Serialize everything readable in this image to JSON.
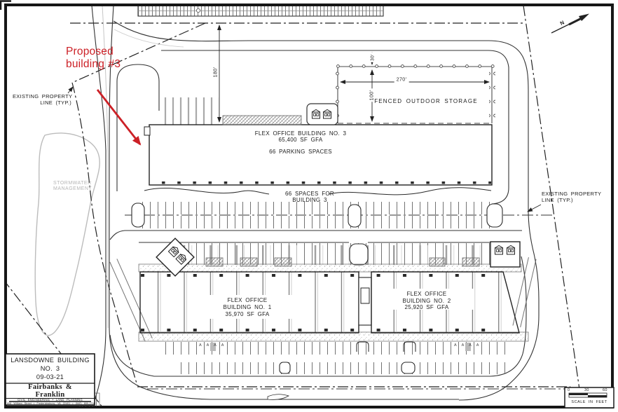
{
  "page": {
    "background": "#ffffff",
    "ink": "#1c1c1c",
    "accent_red": "#cc2026",
    "faint_gray": "#b5b5b5"
  },
  "north": {
    "label": "N"
  },
  "annotations": {
    "proposed_building": {
      "line1": "Proposed",
      "line2": "building #3"
    },
    "property_line_left": {
      "line1": "EXISTING PROPERTY",
      "line2": "LINE (TYP.)"
    },
    "property_line_right": {
      "line1": "EXISTING PROPERTY",
      "line2": "LINE (TYP.)"
    },
    "stormwater": {
      "line1": "STORMWATER",
      "line2": "MANAGEMENT"
    },
    "spaces_note": {
      "line1": "66 SPACES FOR",
      "line2": "BUILDING 3"
    },
    "fenced_storage": {
      "label": "FENCED OUTDOOR STORAGE"
    },
    "a_marks": "A A A A"
  },
  "buildings": {
    "building3": {
      "name": "FLEX OFFICE BUILDING NO. 3",
      "area": "65,400 SF GFA",
      "parking": "66 PARKING SPACES"
    },
    "building1": {
      "name_line1": "FLEX OFFICE",
      "name_line2": "BUILDING NO. 1",
      "area": "35,970 SF GFA"
    },
    "building2": {
      "name_line1": "FLEX OFFICE",
      "name_line2": "BUILDING NO. 2",
      "area": "25,920 SF GFA"
    }
  },
  "dimensions": {
    "building3_setback": "180'",
    "storage_setback": "30'",
    "storage_width": "270'",
    "storage_depth": "100'"
  },
  "title_block": {
    "project_line1": "LANSDOWNE BUILDING",
    "project_line2": "NO. 3",
    "date": "09-03-21",
    "firm_line1": "Fairbanks &",
    "firm_line2": "Franklin",
    "tagline": "CIVIL ENGINEERING • LAND PLANNING",
    "address": "808 William Street • Fredericksburg, VA 22401 • (540) 899-1798"
  },
  "scale_bar": {
    "tick0": "0",
    "tick30": "30",
    "tick60": "60",
    "caption": "SCALE IN FEET"
  }
}
